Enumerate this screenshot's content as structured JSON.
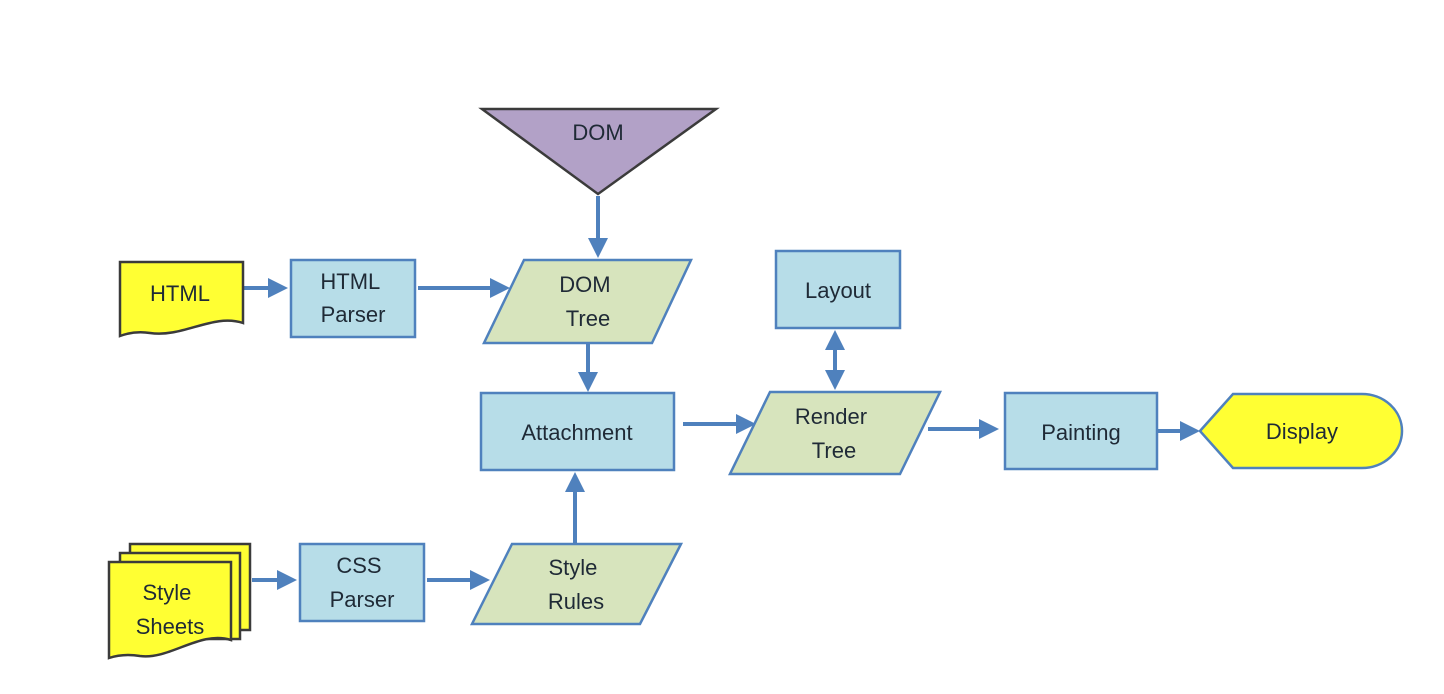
{
  "nodes": {
    "dom": "DOM",
    "html": "HTML",
    "html_parser": [
      "HTML",
      "Parser"
    ],
    "dom_tree": [
      "DOM",
      "Tree"
    ],
    "layout": "Layout",
    "attachment": "Attachment",
    "render_tree": [
      "Render",
      "Tree"
    ],
    "painting": "Painting",
    "display": "Display",
    "style_sheets": [
      "Style",
      "Sheets"
    ],
    "css_parser": [
      "CSS",
      "Parser"
    ],
    "style_rules": [
      "Style",
      "Rules"
    ]
  },
  "edges": [
    {
      "from": "dom",
      "to": "dom_tree"
    },
    {
      "from": "html",
      "to": "html_parser"
    },
    {
      "from": "html_parser",
      "to": "dom_tree"
    },
    {
      "from": "dom_tree",
      "to": "attachment"
    },
    {
      "from": "attachment",
      "to": "render_tree"
    },
    {
      "from": "render_tree",
      "to": "layout",
      "bidirectional": true
    },
    {
      "from": "render_tree",
      "to": "painting"
    },
    {
      "from": "painting",
      "to": "display"
    },
    {
      "from": "style_sheets",
      "to": "css_parser"
    },
    {
      "from": "css_parser",
      "to": "style_rules"
    },
    {
      "from": "style_rules",
      "to": "attachment"
    }
  ],
  "colors": {
    "process_fill": "#b7dde8",
    "data_fill": "#d7e4bd",
    "document_fill": "#ffff33",
    "dom_fill": "#b2a1c7",
    "arrow": "#4f81bd"
  }
}
